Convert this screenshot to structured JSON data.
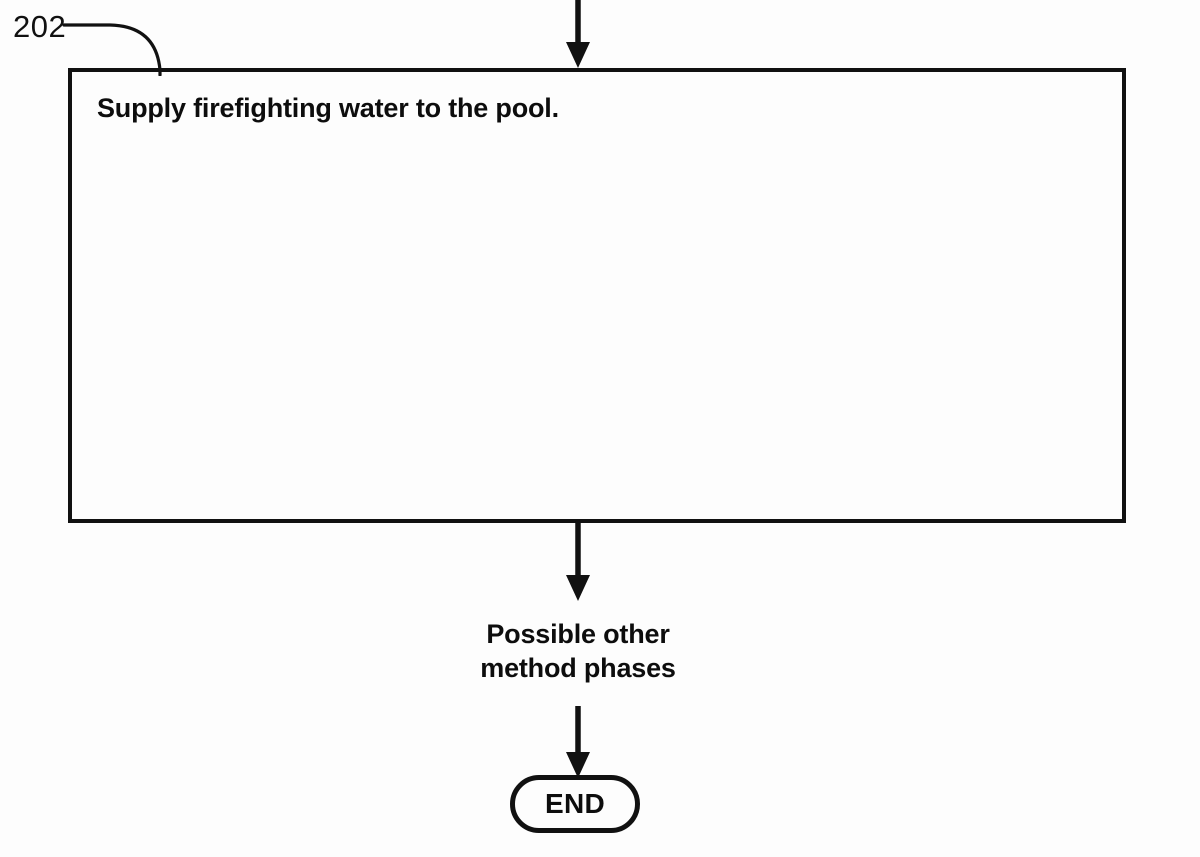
{
  "figure": {
    "type": "patent-method-flowchart",
    "background_color": "#fdfdfd",
    "line_color": "#111111",
    "text_color": "#0d0d0d"
  },
  "reference_numerals": [
    {
      "id": "202",
      "label": "202",
      "points_to": "process-box"
    }
  ],
  "process_box": {
    "step_text": "Supply firefighting water to the pool.",
    "reference": "202"
  },
  "annotation": {
    "line1": "Possible other",
    "line2": "method phases"
  },
  "terminator": {
    "label": "END"
  },
  "connectors": [
    {
      "name": "arrow-top",
      "direction": "down",
      "from": "previous-step",
      "to": "process-box"
    },
    {
      "name": "arrow-mid",
      "direction": "down",
      "from": "process-box",
      "to": "other-phases"
    },
    {
      "name": "arrow-bottom",
      "direction": "down",
      "from": "other-phases",
      "to": "end-terminator"
    }
  ]
}
